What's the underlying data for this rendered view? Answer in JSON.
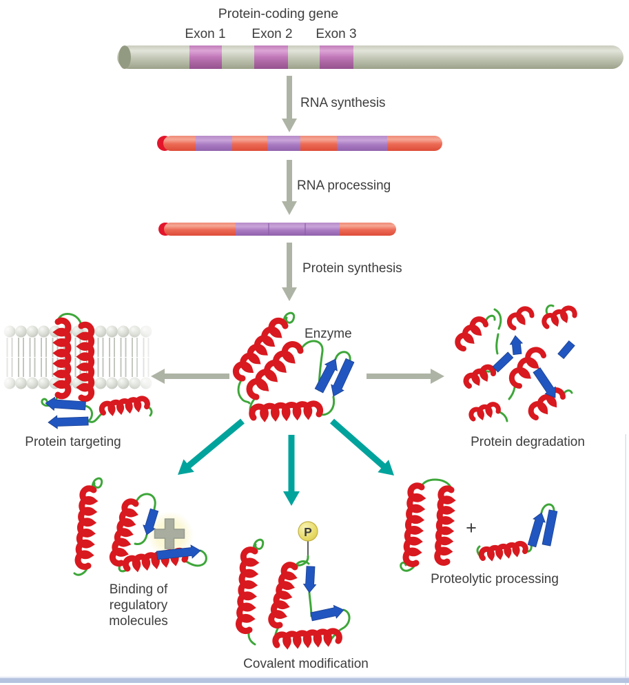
{
  "palette": {
    "label": "#3d3d3d",
    "arrow_gray": "#aeb4a5",
    "arrow_teal": "#00a39c",
    "helix_red": "#d8191f",
    "strand_blue": "#2156c0",
    "loop_green": "#3da639",
    "gene_gray": "#c6cabb",
    "exon_purple": "#c77fc0",
    "rna_salmon": "#ec6553",
    "rna_intron_purple": "#aa7cc0",
    "rna_cap_red": "#e3152b",
    "membrane_gray": "#d4d7d0",
    "phosphate_yellow": "#e6d963",
    "regulator_gray": "#a9ada0",
    "frame_blue": "#b5c3e0"
  },
  "top": {
    "title": "Protein-coding gene",
    "exon_labels": [
      "Exon 1",
      "Exon 2",
      "Exon 3"
    ]
  },
  "steps": {
    "rna_synthesis": "RNA synthesis",
    "rna_processing": "RNA processing",
    "protein_synthesis": "Protein synthesis"
  },
  "center": {
    "enzyme_label": "Enzyme"
  },
  "fates": {
    "protein_targeting": "Protein targeting",
    "protein_degradation": "Protein degradation",
    "binding_line1": "Binding of",
    "binding_line2": "regulatory",
    "binding_line3": "molecules",
    "covalent_modification": "Covalent modification",
    "proteolytic_processing": "Proteolytic processing",
    "phosphate_label": "P",
    "plus_sign": "+"
  }
}
